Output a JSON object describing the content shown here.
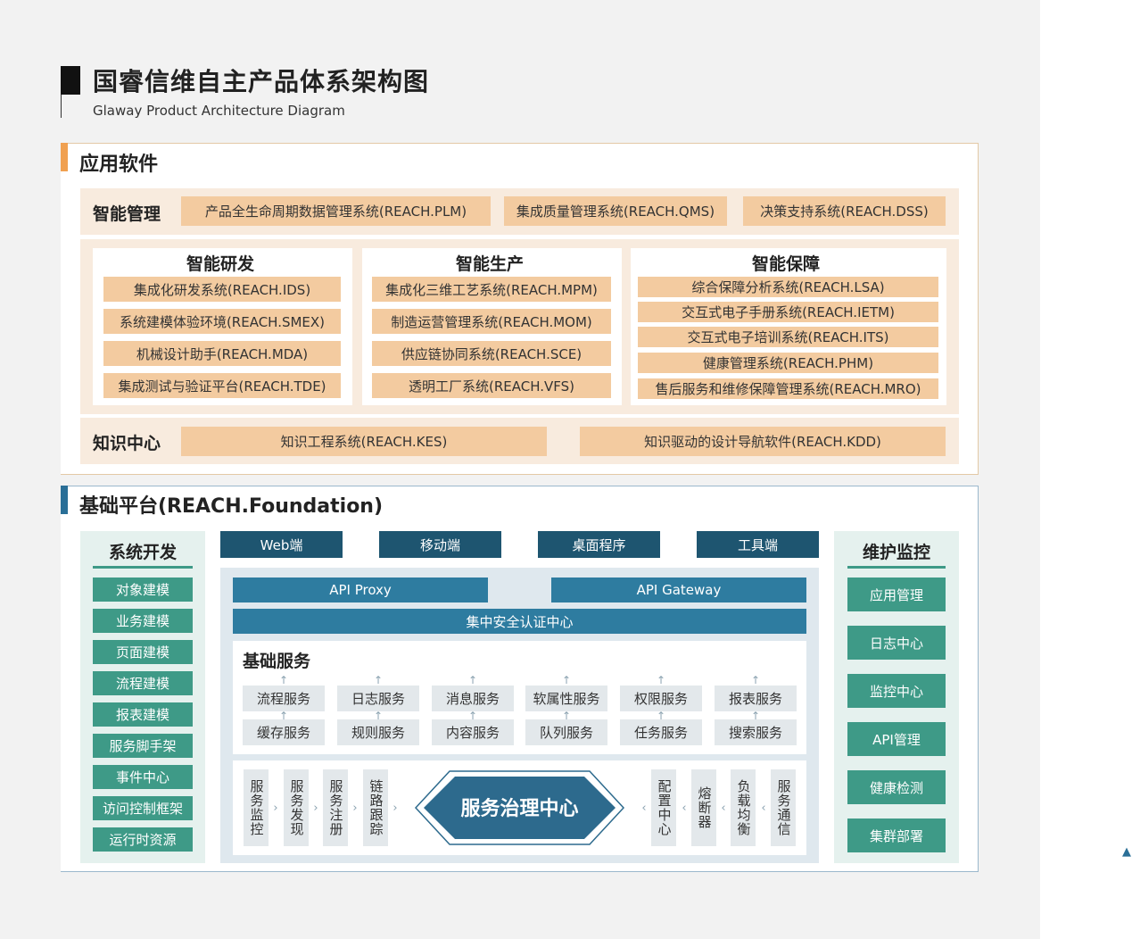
{
  "header": {
    "title": "国睿信维自主产品体系架构图",
    "subtitle": "Glaway Product Architecture Diagram"
  },
  "app_software": {
    "title": "应用软件",
    "smart_management": {
      "label": "智能管理",
      "items": [
        "产品全生命周期数据管理系统(REACH.PLM)",
        "集成质量管理系统(REACH.QMS)",
        "决策支持系统(REACH.DSS)"
      ]
    },
    "smart_rd": {
      "title": "智能研发",
      "items": [
        "集成化研发系统(REACH.IDS)",
        "系统建模体验环境(REACH.SMEX)",
        "机械设计助手(REACH.MDA)",
        "集成测试与验证平台(REACH.TDE)"
      ]
    },
    "smart_production": {
      "title": "智能生产",
      "items": [
        "集成化三维工艺系统(REACH.MPM)",
        "制造运营管理系统(REACH.MOM)",
        "供应链协同系统(REACH.SCE)",
        "透明工厂系统(REACH.VFS)"
      ]
    },
    "smart_support": {
      "title": "智能保障",
      "items": [
        "综合保障分析系统(REACH.LSA)",
        "交互式电子手册系统(REACH.IETM)",
        "交互式电子培训系统(REACH.ITS)",
        "健康管理系统(REACH.PHM)",
        "售后服务和维修保障管理系统(REACH.MRO)"
      ]
    },
    "knowledge_center": {
      "label": "知识中心",
      "items": [
        "知识工程系统(REACH.KES)",
        "知识驱动的设计导航软件(REACH.KDD)"
      ]
    }
  },
  "foundation": {
    "title": "基础平台(REACH.Foundation)",
    "system_dev": {
      "title": "系统开发",
      "items": [
        "对象建模",
        "业务建模",
        "页面建模",
        "流程建模",
        "报表建模",
        "服务脚手架",
        "事件中心",
        "访问控制框架",
        "运行时资源"
      ]
    },
    "maintenance": {
      "title": "维护监控",
      "items": [
        "应用管理",
        "日志中心",
        "监控中心",
        "API管理",
        "健康检测",
        "集群部署"
      ]
    },
    "clients": [
      "Web端",
      "移动端",
      "桌面程序",
      "工具端"
    ],
    "api_proxy": "API Proxy",
    "api_gateway": "API Gateway",
    "auth_center": "集中安全认证中心",
    "base_services": {
      "title": "基础服务",
      "top_row": [
        "流程服务",
        "日志服务",
        "消息服务",
        "软属性服务",
        "权限服务",
        "报表服务"
      ],
      "bottom_row": [
        "缓存服务",
        "规则服务",
        "内容服务",
        "队列服务",
        "任务服务",
        "搜索服务"
      ]
    },
    "governance": {
      "center": "服务治理中心",
      "left": [
        "服务监控",
        "服务发现",
        "服务注册",
        "链路跟踪"
      ],
      "right": [
        "配置中心",
        "熔断器",
        "负载均衡",
        "服务通信"
      ]
    }
  },
  "colors": {
    "accent_orange": "#f0a050",
    "accent_blue": "#2a6f97",
    "orange_box": "#f3cba0",
    "green": "#3e9a87",
    "dark_teal": "#1e5570",
    "blue_bar": "#2e7ca0",
    "hexagon": "#2d6a8d"
  },
  "icons": {
    "scroll_top": "arrow-up-icon"
  }
}
